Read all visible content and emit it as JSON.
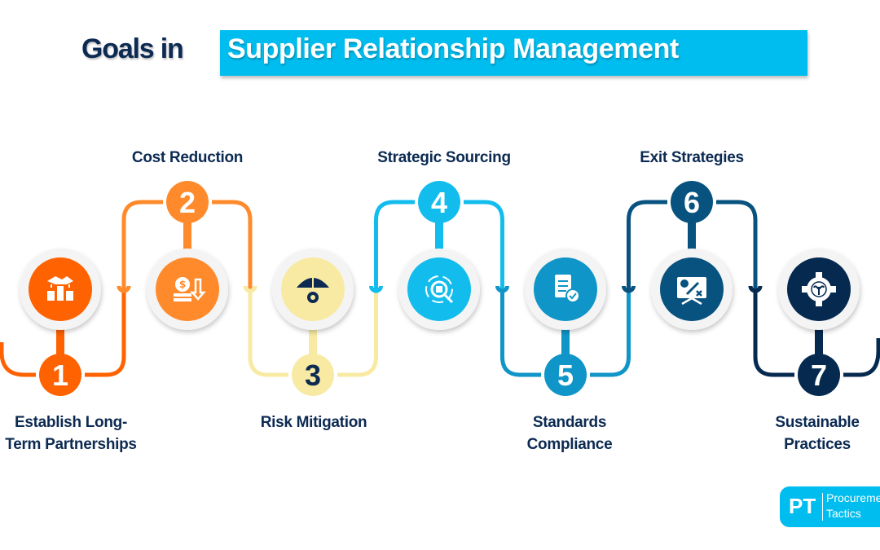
{
  "title": {
    "plain": "Goals in",
    "highlight": "Supplier Relationship Management"
  },
  "colors": {
    "title_dark": "#0c2a52",
    "title_highlight_bg": "#00bdef"
  },
  "steps": [
    {
      "number": "1",
      "label_line1": "Establish Long-",
      "label_line2": "Term Partnerships",
      "icon": "handshake-growth-icon",
      "color": "#ff6200",
      "position": "bottom"
    },
    {
      "number": "2",
      "label_line1": "Cost Reduction",
      "label_line2": "",
      "icon": "dollar-coins-down-arrow-icon",
      "color": "#ff8a2b",
      "position": "top"
    },
    {
      "number": "3",
      "label_line1": "Risk Mitigation",
      "label_line2": "",
      "icon": "umbrella-gear-icon",
      "color": "#f8eaa3",
      "position": "bottom"
    },
    {
      "number": "4",
      "label_line1": "Strategic Sourcing",
      "label_line2": "",
      "icon": "target-box-search-icon",
      "color": "#12bdee",
      "position": "top"
    },
    {
      "number": "5",
      "label_line1": "Standards",
      "label_line2": "Compliance",
      "icon": "checklist-certificate-icon",
      "color": "#0f95c7",
      "position": "bottom"
    },
    {
      "number": "6",
      "label_line1": "Exit Strategies",
      "label_line2": "",
      "icon": "strategy-board-icon",
      "color": "#07527f",
      "position": "top"
    },
    {
      "number": "7",
      "label_line1": "Sustainable",
      "label_line2": "Practices",
      "icon": "gear-plant-cycle-icon",
      "color": "#05294f",
      "position": "bottom"
    }
  ],
  "logo": {
    "initials": "PT",
    "line1": "Procurement",
    "line2": "Tactics"
  }
}
